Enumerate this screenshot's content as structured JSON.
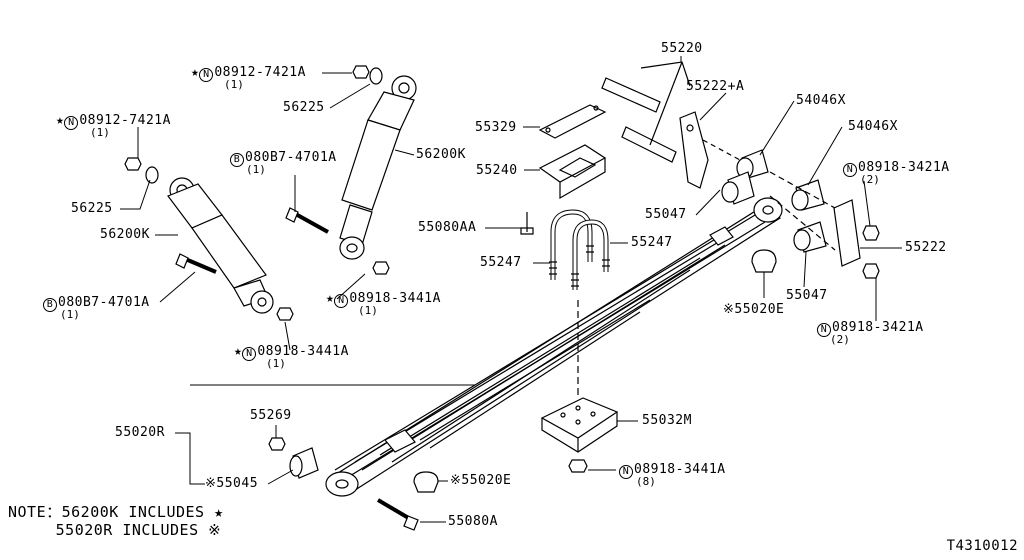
{
  "symbols": {
    "star": "★",
    "kome": "※",
    "n_mark": "N",
    "b_mark": "B"
  },
  "labels": {
    "p55220": "55220",
    "p55222a": "55222+A",
    "p54046x_a": "54046X",
    "p54046x_b": "54046X",
    "p08918_3421a_top": "08918-3421A",
    "q2_top": "(2)",
    "p55222": "55222",
    "p55047_a": "55047",
    "p55047_b": "55047",
    "p08918_3421a_bot": "08918-3421A",
    "q2_bot": "(2)",
    "p55020e_right": "55020E",
    "p55329": "55329",
    "p55240": "55240",
    "p55080aa": "55080AA",
    "p55247_l": "55247",
    "p55247_r": "55247",
    "p55032m": "55032M",
    "p08918_3441a_btm": "08918-3441A",
    "q8": "(8)",
    "p55020e_bottom": "55020E",
    "p55080a": "55080A",
    "p55269": "55269",
    "p55020r": "55020R",
    "p55045": "55045",
    "p08912_7421a_top": "08912-7421A",
    "q1_a": "(1)",
    "p56225_top": "56225",
    "p080b7_4701a_mid": "080B7-4701A",
    "q1_b": "(1)",
    "p56200k_top": "56200K",
    "p08918_3441a_mid": "08918-3441A",
    "q1_c": "(1)",
    "p08912_7421a_left": "08912-7421A",
    "q1_d": "(1)",
    "p56225_left": "56225",
    "p56200k_left": "56200K",
    "p080b7_4701a_left": "080B7-4701A",
    "q1_e": "(1)",
    "p08918_3441a_left": "08918-3441A",
    "q1_f": "(1)"
  },
  "note": {
    "line1": "NOTE：56200K INCLUDES ★",
    "line2": "     55020R INCLUDES ※"
  },
  "diagram_code": "T4310012"
}
